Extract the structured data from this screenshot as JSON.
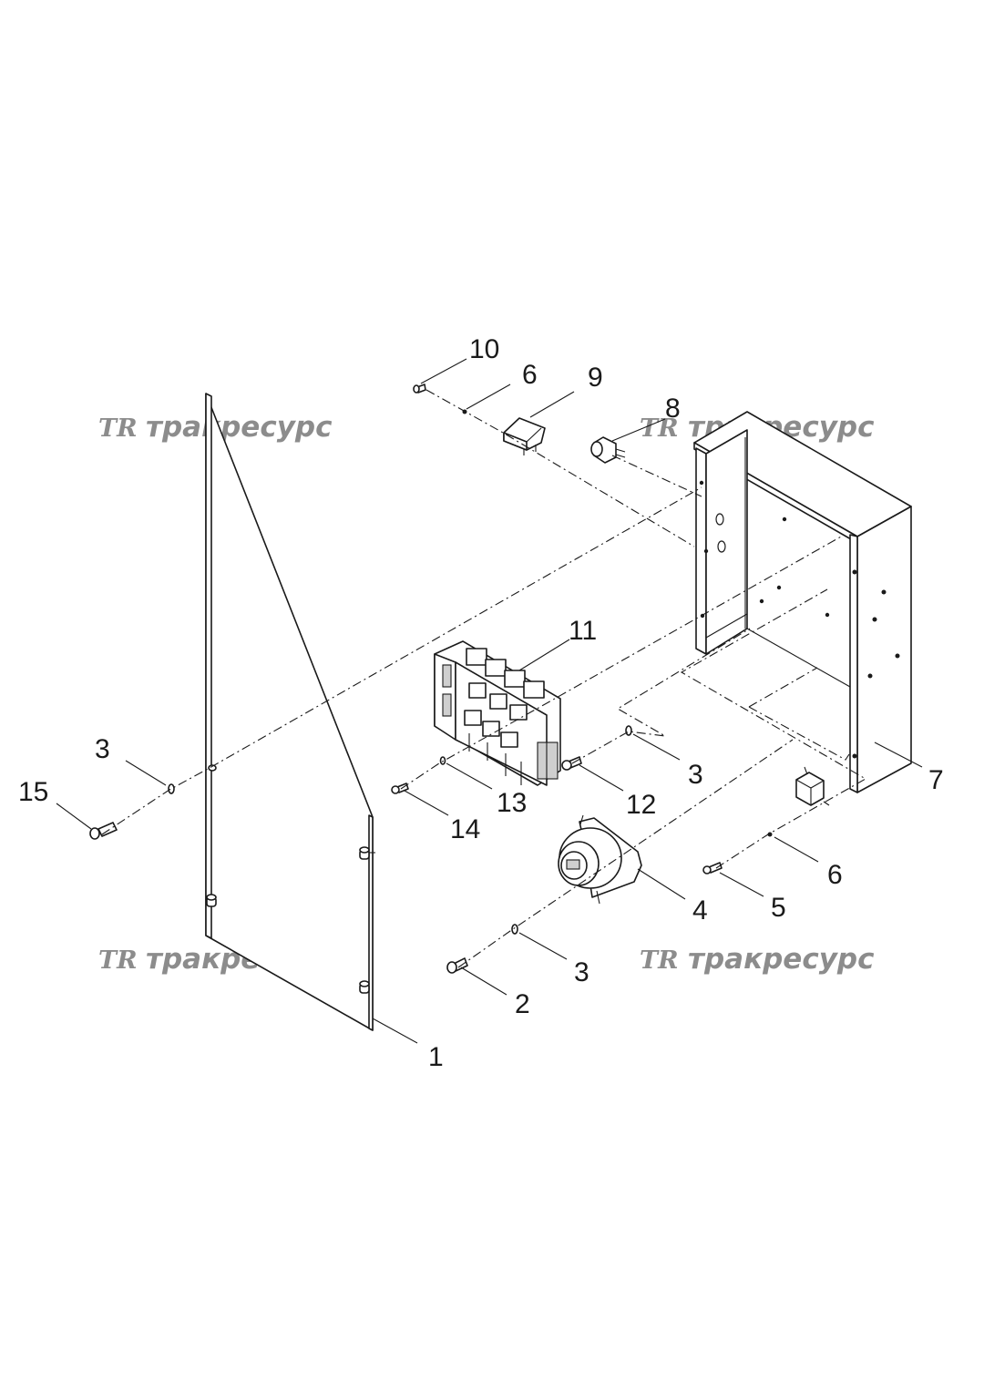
{
  "watermarks": [
    {
      "logo": "TR",
      "text": "тракресурс"
    },
    {
      "logo": "TR",
      "text": "тракресурс"
    },
    {
      "logo": "TR",
      "text": "тракресурс"
    },
    {
      "logo": "TR",
      "text": "тракресурс"
    }
  ],
  "callouts": {
    "c1": "1",
    "c2": "2",
    "c3a": "3",
    "c3b": "3",
    "c3c": "3",
    "c4": "4",
    "c5": "5",
    "c6a": "6",
    "c6b": "6",
    "c7": "7",
    "c8": "8",
    "c9": "9",
    "c10": "10",
    "c11": "11",
    "c12": "12",
    "c13": "13",
    "c14": "14",
    "c15": "15"
  }
}
